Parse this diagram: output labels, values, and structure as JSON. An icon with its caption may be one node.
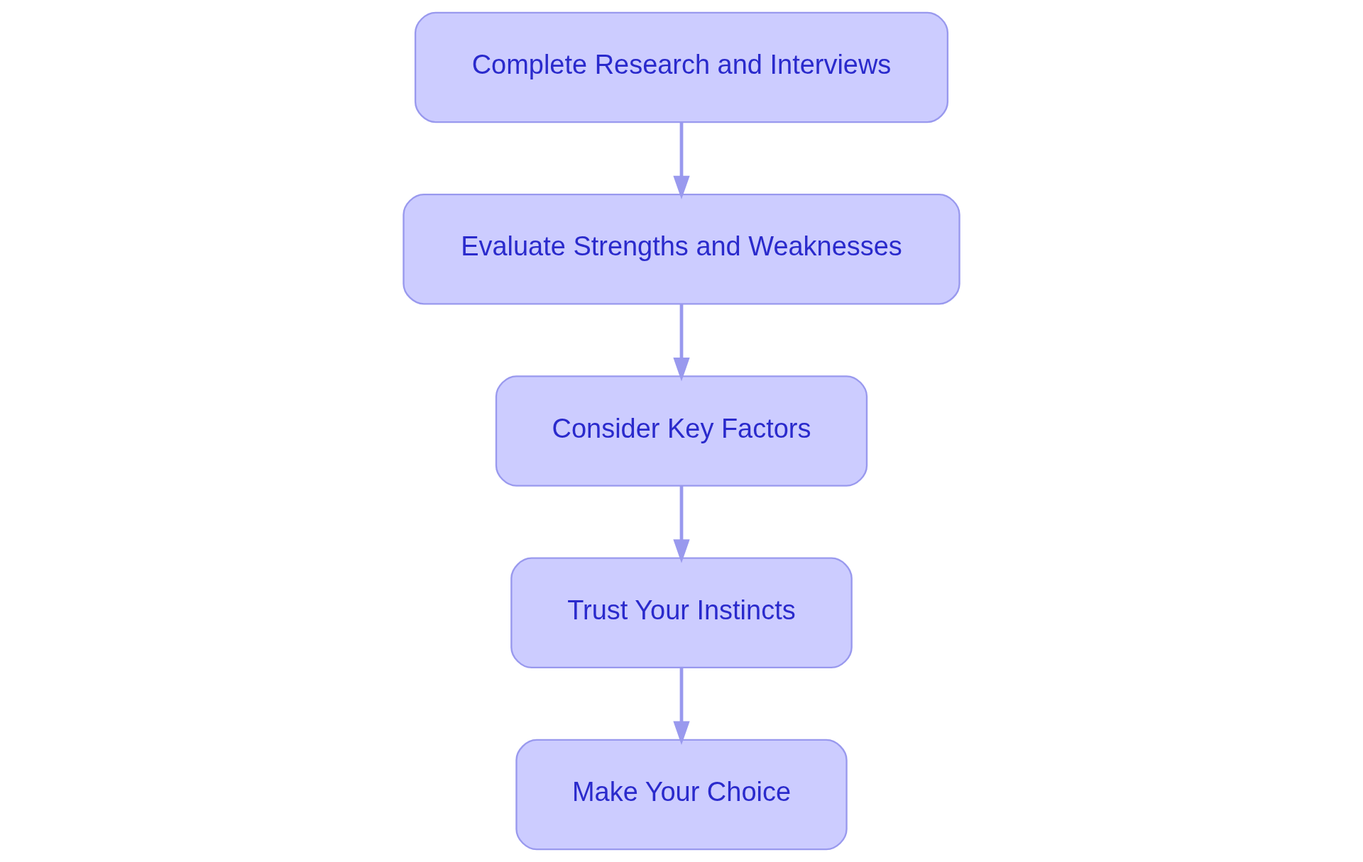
{
  "diagram": {
    "nodes": [
      {
        "text": [
          "Complete Research and Interviews"
        ]
      },
      {
        "text": [
          "Evaluate Strengths and Weaknesses"
        ]
      },
      {
        "text": [
          "Consider Key Factors"
        ]
      },
      {
        "text": [
          "Trust Your Instincts"
        ]
      },
      {
        "text": [
          "Make Your Choice"
        ]
      }
    ],
    "edges": [
      {
        "from": 0,
        "to": 1,
        "arrow": "to"
      },
      {
        "from": 1,
        "to": 2,
        "arrow": "to"
      },
      {
        "from": 2,
        "to": 3,
        "arrow": "to"
      },
      {
        "from": 3,
        "to": 4,
        "arrow": "to"
      }
    ]
  }
}
